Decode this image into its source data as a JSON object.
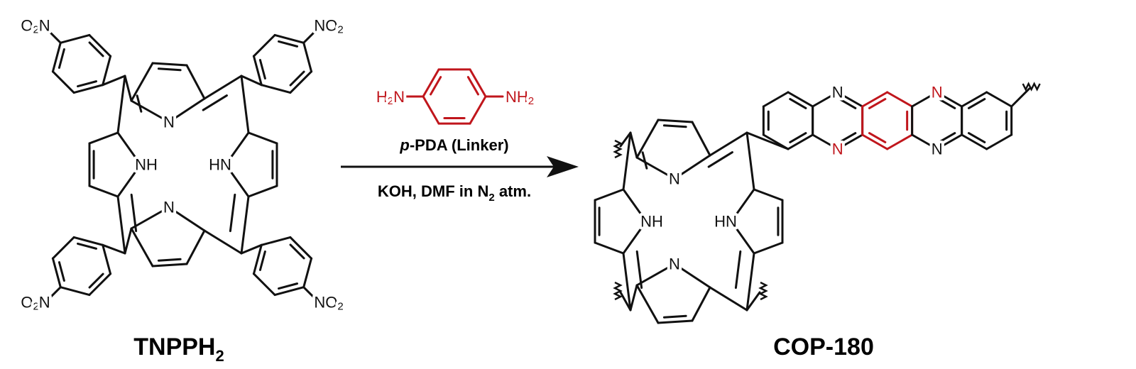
{
  "colors": {
    "ink": "#111111",
    "linker": "#c0161c",
    "background": "#ffffff"
  },
  "labels": {
    "nh": "NH",
    "hn": "HN",
    "n": "N",
    "nitro_main": "NO",
    "nitro_mirror": "O",
    "nitro_sub": "2",
    "amine_main": "NH",
    "amine_left_h": "H",
    "amine_left_n": "N",
    "amine_sub": "2"
  },
  "reactant": {
    "name": "TNPPH",
    "name_sub": "2"
  },
  "product": {
    "name": "COP-180"
  },
  "reagent": {
    "name": "p-PDA (Linker)",
    "name_prefix": "p",
    "name_rest": "-PDA (Linker)"
  },
  "conditions": {
    "before_sub": "KOH, DMF in N",
    "sub": "2",
    "after_sub": " atm."
  }
}
